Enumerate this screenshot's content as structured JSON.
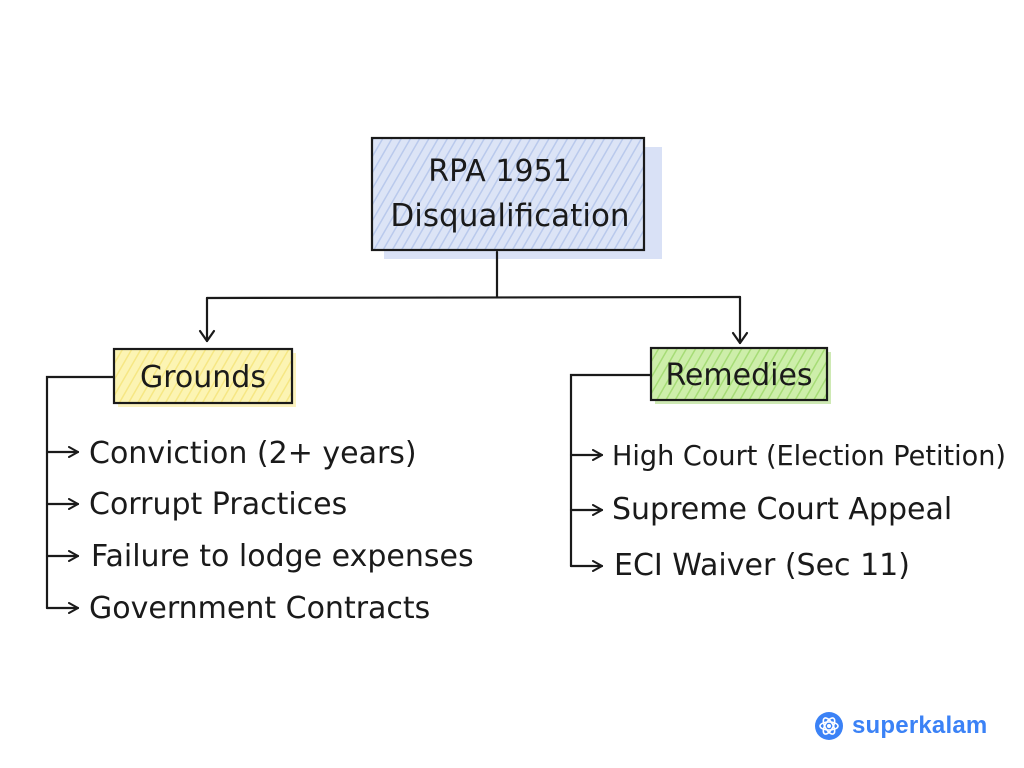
{
  "root": {
    "line1": "RPA 1951",
    "line2": "Disqualification",
    "fill": "#cfdaf2"
  },
  "grounds": {
    "title": "Grounds",
    "fill": "#fbf2a6",
    "items": [
      "Conviction (2+ years)",
      "Corrupt Practices",
      "Failure to lodge expenses",
      "Government Contracts"
    ]
  },
  "remedies": {
    "title": "Remedies",
    "fill": "#c3e8a0",
    "items": [
      "High Court (Election Petition)",
      "Supreme Court Appeal",
      "ECI Waiver (Sec 11)"
    ]
  },
  "brand": {
    "name": "superkalam",
    "color": "#3b82f6",
    "icon": "superkalam-logo-icon"
  }
}
